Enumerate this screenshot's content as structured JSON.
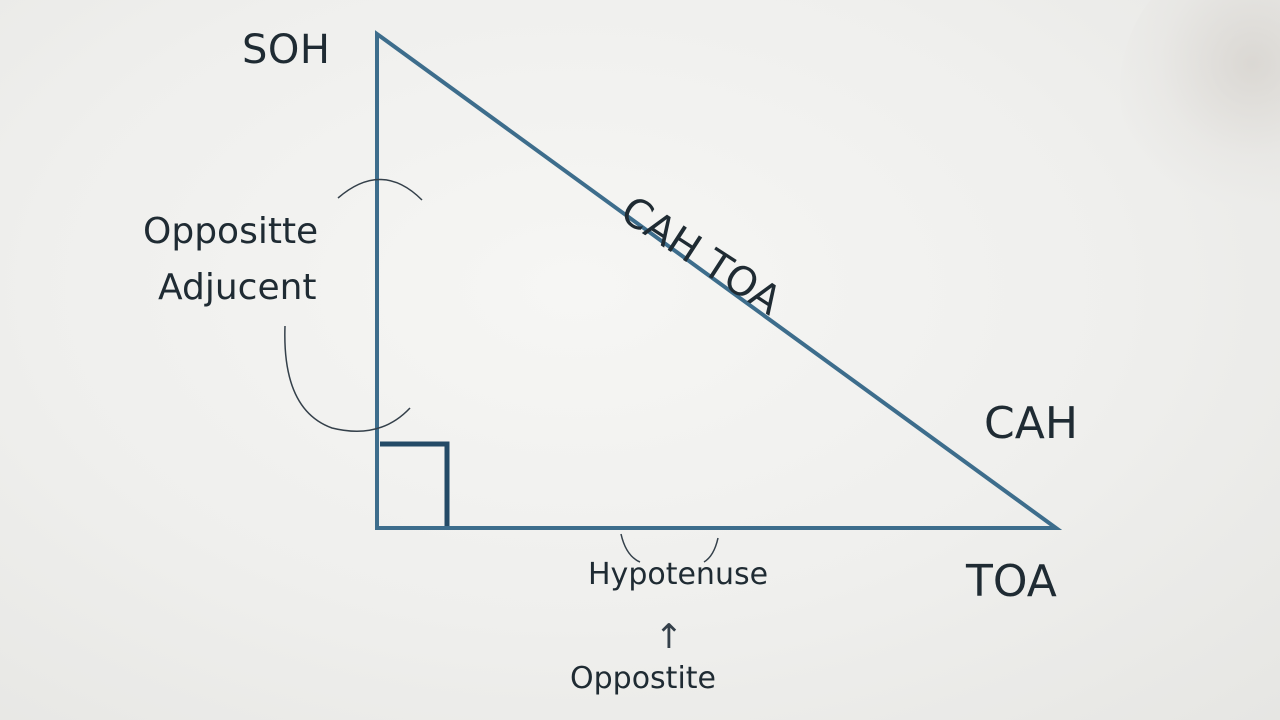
{
  "diagram": {
    "vertex_top_label": "SOH",
    "side_label_line1": "Oppositte",
    "side_label_line2": "Adjucent",
    "hypotenuse_mnemonic": "CAH TOA",
    "right_vertex_label": "CAH",
    "bottom_right_label": "TOA",
    "base_label": "Hypotenuse",
    "arrow_glyph": "↑",
    "bottom_label": "Oppostite"
  },
  "colors": {
    "triangle_stroke": "#3d6d8c",
    "right_angle_marker": "#234a66",
    "text": "#1f2b33",
    "annotation_stroke": "#34404a"
  }
}
